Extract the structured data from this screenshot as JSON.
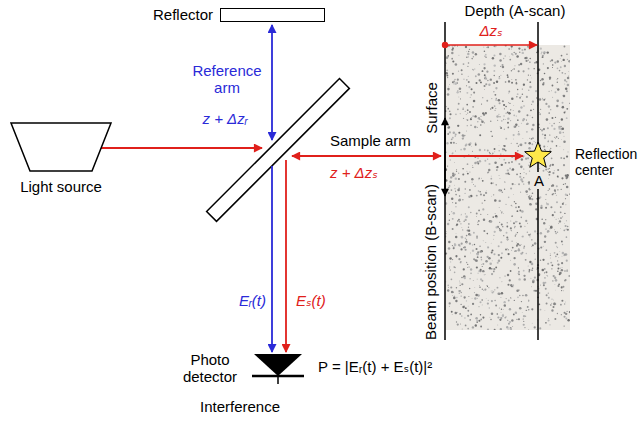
{
  "diagram": {
    "nodes": [
      {
        "text": [
          "Reflector"
        ]
      },
      {
        "text": [
          "Light source"
        ]
      },
      {
        "text": [
          "Photo detector"
        ]
      }
    ],
    "labels": [
      "Reference arm",
      "z + Δzᵣ",
      "Sample arm",
      "z + Δzₛ",
      "Depth (A-scan)",
      "Δzₛ",
      "Surface",
      "Beam position (B-scan)",
      "A",
      "Reflection center",
      "Eᵣ(t)",
      "Eₛ(t)",
      "P = |Eᵣ(t) + Eₛ(t)|²",
      "Interference"
    ]
  }
}
